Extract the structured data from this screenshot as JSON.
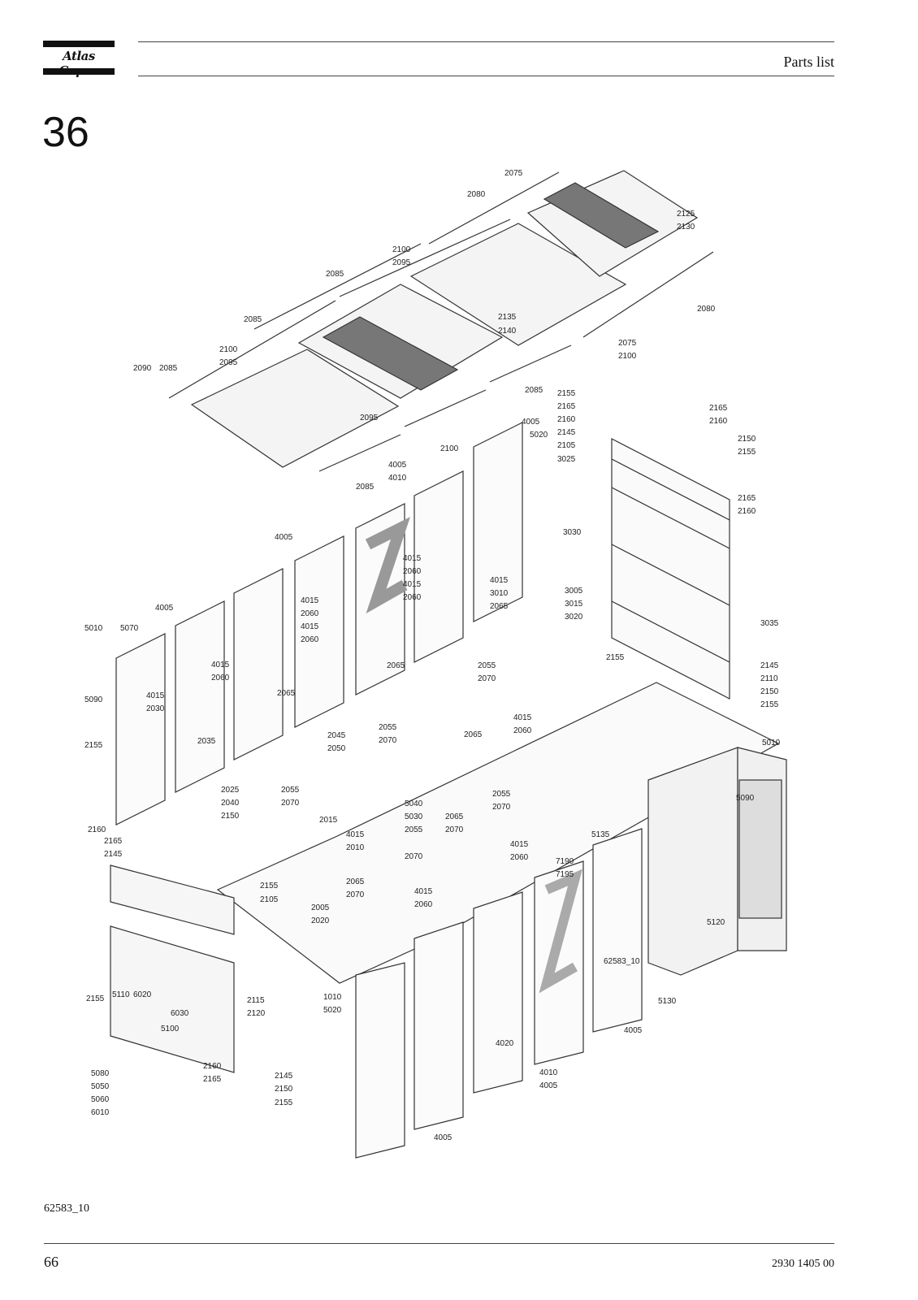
{
  "header": {
    "logo_text": "Atlas Copco",
    "section_label": "Parts list"
  },
  "section": {
    "number": "36"
  },
  "drawing": {
    "callouts": [
      "2075",
      "2080",
      "2125",
      "2130",
      "2100",
      "2095",
      "2085",
      "2135",
      "2140",
      "2075",
      "2080",
      "2100",
      "2090",
      "2085",
      "2100",
      "2095",
      "2085",
      "2095",
      "2085",
      "2100",
      "2085",
      "4005",
      "5020",
      "4005",
      "4010",
      "4005",
      "4015",
      "2060",
      "4015",
      "2060",
      "4015",
      "3010",
      "2065",
      "4015",
      "2060",
      "4015",
      "2060",
      "2065",
      "3005",
      "3015",
      "3020",
      "4005",
      "5010",
      "5070",
      "5090",
      "4015",
      "2060",
      "4015",
      "2030",
      "2035",
      "2065",
      "2045",
      "2050",
      "2155",
      "2025",
      "2040",
      "2150",
      "2055",
      "2070",
      "2015",
      "2055",
      "2070",
      "2055",
      "2070",
      "2065",
      "4015",
      "2060",
      "2155",
      "2165",
      "2160",
      "2145",
      "2105",
      "3025",
      "3030",
      "2165",
      "2160",
      "2150",
      "2155",
      "2165",
      "2160",
      "3035",
      "2145",
      "2110",
      "2150",
      "2155",
      "2155",
      "5040",
      "5030",
      "4015",
      "2010",
      "2055",
      "2065",
      "2070",
      "2055",
      "2070",
      "4015",
      "2060",
      "2070",
      "2065",
      "2070",
      "4015",
      "2060",
      "2005",
      "2020",
      "7190",
      "7195",
      "5135",
      "5010",
      "5090",
      "5120",
      "2160",
      "2165",
      "2145",
      "2155",
      "2105",
      "1010",
      "5020",
      "2155",
      "5110",
      "6020",
      "6030",
      "5100",
      "2115",
      "2120",
      "62583_10",
      "5130",
      "4005",
      "5080",
      "5050",
      "5060",
      "6010",
      "2160",
      "2165",
      "2145",
      "2150",
      "2155",
      "4020",
      "4010",
      "4005",
      "4005"
    ]
  },
  "footer": {
    "figure_code": "62583_10",
    "page_number": "66",
    "document_number": "2930 1405 00"
  }
}
